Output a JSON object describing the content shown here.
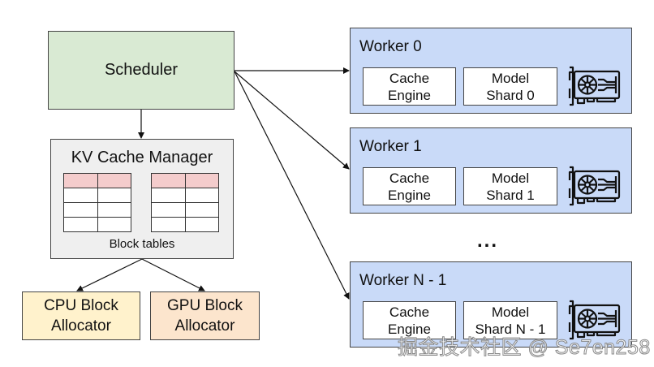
{
  "diagram": {
    "scheduler": {
      "label": "Scheduler",
      "fill": "#d9ead3"
    },
    "kv_cache_manager": {
      "title": "KV Cache Manager",
      "caption": "Block tables",
      "fill": "#efefef",
      "block_tables": [
        {
          "columns": 2,
          "rows": 4,
          "header_fill": "#f4cccc"
        },
        {
          "columns": 2,
          "rows": 4,
          "header_fill": "#f4cccc"
        }
      ]
    },
    "allocators": [
      {
        "line1": "CPU Block",
        "line2": "Allocator",
        "fill": "#fff2cc"
      },
      {
        "line1": "GPU Block",
        "line2": "Allocator",
        "fill": "#fce5cd"
      }
    ],
    "workers": [
      {
        "title": "Worker 0",
        "cache_line1": "Cache",
        "cache_line2": "Engine",
        "model_line1": "Model",
        "model_line2": "Shard 0",
        "icon": "gpu-card-icon"
      },
      {
        "title": "Worker 1",
        "cache_line1": "Cache",
        "cache_line2": "Engine",
        "model_line1": "Model",
        "model_line2": "Shard 1",
        "icon": "gpu-card-icon"
      },
      {
        "title": "Worker N - 1",
        "cache_line1": "Cache",
        "cache_line2": "Engine",
        "model_line1": "Model",
        "model_line2": "Shard N - 1",
        "icon": "gpu-card-icon"
      }
    ],
    "worker_fill": "#c9daf8",
    "ellipsis": "...",
    "edges": [
      {
        "from": "Scheduler",
        "to": "KV Cache Manager"
      },
      {
        "from": "KV Cache Manager",
        "to": "CPU Block Allocator"
      },
      {
        "from": "KV Cache Manager",
        "to": "GPU Block Allocator"
      },
      {
        "from": "Scheduler",
        "to": "Worker 0"
      },
      {
        "from": "Scheduler",
        "to": "Worker 1"
      },
      {
        "from": "Scheduler",
        "to": "Worker N - 1"
      }
    ]
  },
  "watermark": "掘金技术社区 @ Se7en258"
}
